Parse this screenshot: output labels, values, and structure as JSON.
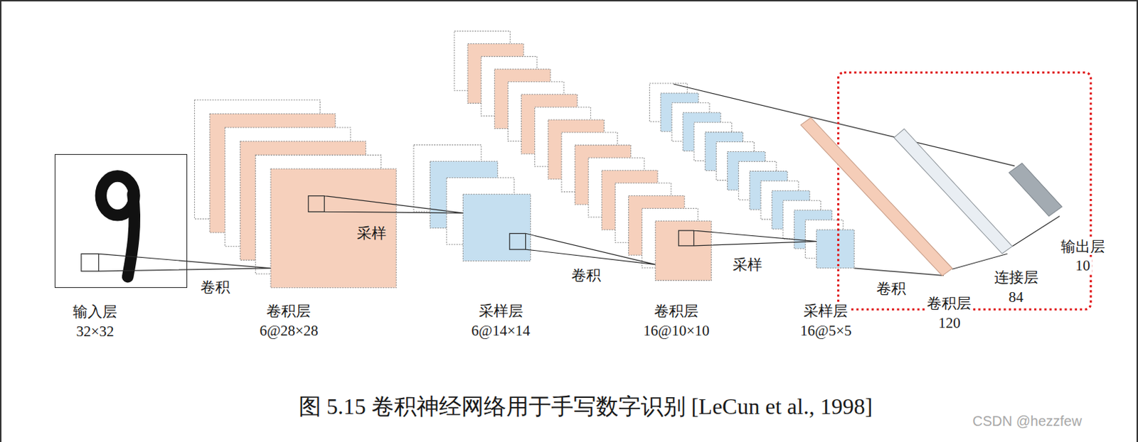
{
  "diagram": {
    "caption": "图 5.15 卷积神经网络用于手写数字识别 [LeCun et al., 1998]",
    "nodes": [
      {
        "text": [
          "输入层",
          "32×32"
        ]
      },
      {
        "text": [
          "卷积层",
          "6@28×28"
        ]
      },
      {
        "text": [
          "采样层",
          "6@14×14"
        ]
      },
      {
        "text": [
          "卷积层",
          "16@10×10"
        ]
      },
      {
        "text": [
          "采样层",
          "16@5×5"
        ]
      },
      {
        "text": [
          "卷积层",
          "120"
        ]
      },
      {
        "text": [
          "连接层",
          "84"
        ]
      },
      {
        "text": [
          "输出层",
          "10"
        ]
      }
    ],
    "edges": [
      {
        "from": 0,
        "to": 1,
        "arrow": "none",
        "label": "卷积"
      },
      {
        "from": 1,
        "to": 2,
        "arrow": "none",
        "label": "采样"
      },
      {
        "from": 2,
        "to": 3,
        "arrow": "none",
        "label": "卷积"
      },
      {
        "from": 3,
        "to": 4,
        "arrow": "none",
        "label": "采样"
      },
      {
        "from": 4,
        "to": 5,
        "arrow": "none",
        "label": "卷积"
      },
      {
        "from": 5,
        "to": 6,
        "arrow": "none"
      },
      {
        "from": 6,
        "to": 7,
        "arrow": "none"
      }
    ],
    "labels": [
      "CSDN @hezzfew"
    ]
  }
}
